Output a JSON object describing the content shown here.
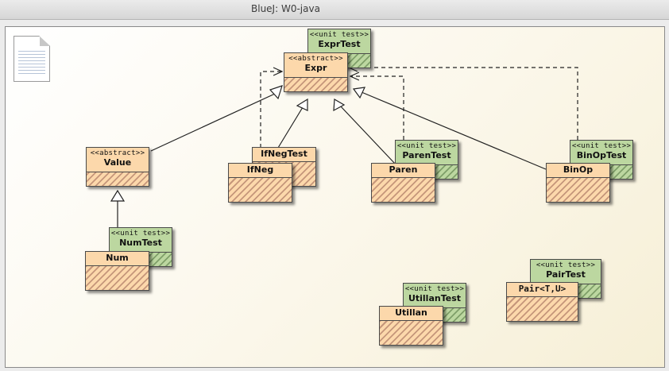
{
  "window": {
    "title": "BlueJ:  W0-java"
  },
  "diagram": {
    "readme_icon": "document-icon",
    "classes": [
      {
        "id": "expr-test",
        "stereotype": "<<unit test>>",
        "name": "ExprTest",
        "kind": "test"
      },
      {
        "id": "expr",
        "stereotype": "<<abstract>>",
        "name": "Expr",
        "kind": "class"
      },
      {
        "id": "value",
        "stereotype": "<<abstract>>",
        "name": "Value",
        "kind": "class"
      },
      {
        "id": "ifneg-test",
        "stereotype": "",
        "name": "IfNegTest",
        "kind": "class"
      },
      {
        "id": "ifneg",
        "stereotype": "",
        "name": "IfNeg",
        "kind": "class"
      },
      {
        "id": "paren-test",
        "stereotype": "<<unit test>>",
        "name": "ParenTest",
        "kind": "test"
      },
      {
        "id": "paren",
        "stereotype": "",
        "name": "Paren",
        "kind": "class"
      },
      {
        "id": "binop-test",
        "stereotype": "<<unit test>>",
        "name": "BinOpTest",
        "kind": "test"
      },
      {
        "id": "binop",
        "stereotype": "",
        "name": "BinOp",
        "kind": "class"
      },
      {
        "id": "num-test",
        "stereotype": "<<unit test>>",
        "name": "NumTest",
        "kind": "test"
      },
      {
        "id": "num",
        "stereotype": "",
        "name": "Num",
        "kind": "class"
      },
      {
        "id": "pair-test",
        "stereotype": "<<unit test>>",
        "name": "PairTest",
        "kind": "test"
      },
      {
        "id": "pair",
        "stereotype": "",
        "name": "Pair<T,U>",
        "kind": "class"
      },
      {
        "id": "utillan-test",
        "stereotype": "<<unit test>>",
        "name": "UtillanTest",
        "kind": "test"
      },
      {
        "id": "utillan",
        "stereotype": "",
        "name": "Utillan",
        "kind": "class"
      }
    ]
  }
}
